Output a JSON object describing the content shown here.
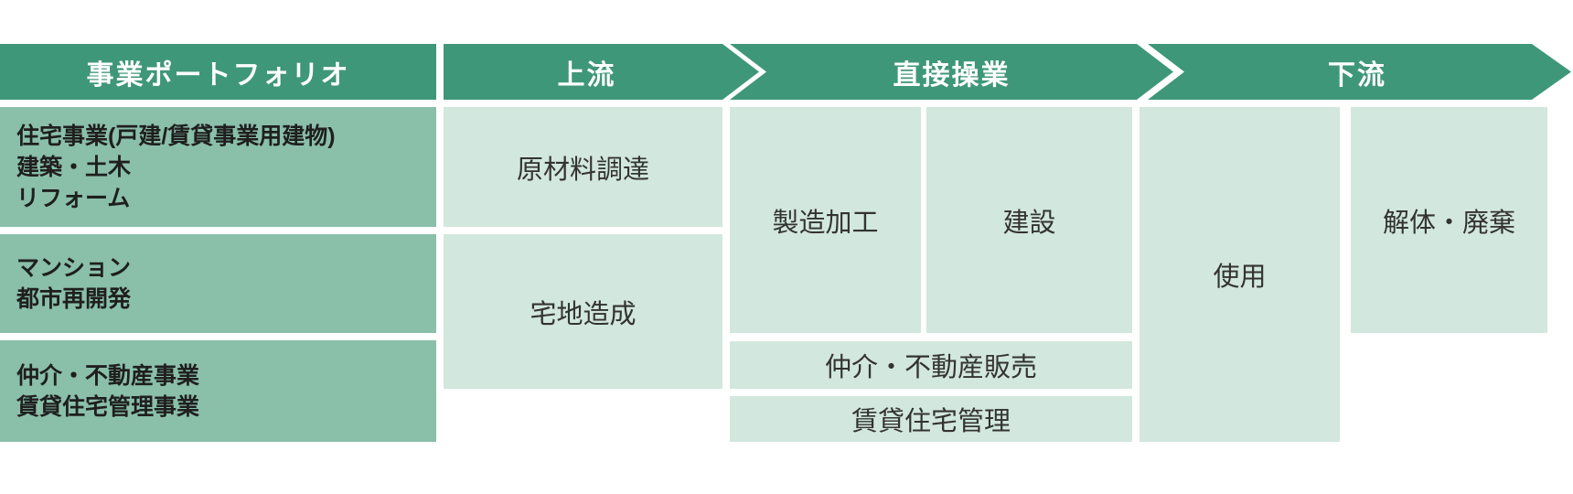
{
  "header": {
    "portfolio_label": "事業ポートフォリオ",
    "stages": [
      {
        "id": "upstream",
        "label": "上流"
      },
      {
        "id": "direct-operations",
        "label": "直接操業"
      },
      {
        "id": "downstream",
        "label": "下流"
      }
    ]
  },
  "portfolio_rows": [
    {
      "lines": [
        "住宅事業(戸建/賃貸事業用建物)",
        "建築・土木",
        "リフォーム"
      ]
    },
    {
      "lines": [
        "マンション",
        "都市再開発"
      ]
    },
    {
      "lines": [
        "仲介・不動産事業",
        "賃貸住宅管理事業"
      ]
    }
  ],
  "cells": {
    "raw_material_procurement": "原材料調達",
    "land_development": "宅地造成",
    "manufacturing_processing": "製造加工",
    "construction": "建設",
    "use": "使用",
    "demolition_disposal": "解体・廃棄",
    "brokerage_real_estate_sales": "仲介・不動産販売",
    "rental_housing_management": "賃貸住宅管理"
  },
  "colors": {
    "banner": "#3f9779",
    "banner-text": "#ffffff",
    "portfolio-box": "#8abfa9",
    "portfolio-text": "#1f1f1f",
    "cell": "#d2e7dd",
    "cell-text": "#333333"
  }
}
